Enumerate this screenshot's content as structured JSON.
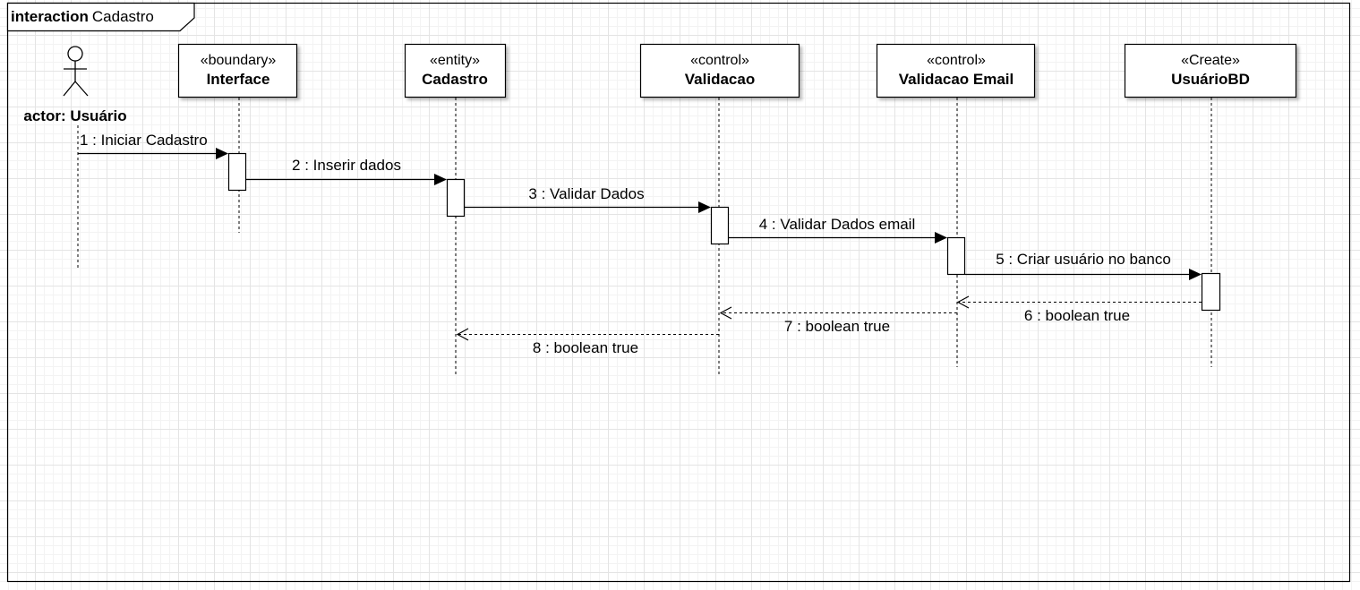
{
  "frame": {
    "keyword": "interaction",
    "name": "Cadastro"
  },
  "actor": {
    "label": "actor: Usuário"
  },
  "participants": [
    {
      "stereotype": "«boundary»",
      "name": "Interface"
    },
    {
      "stereotype": "«entity»",
      "name": "Cadastro"
    },
    {
      "stereotype": "«control»",
      "name": "Validacao"
    },
    {
      "stereotype": "«control»",
      "name": "Validacao Email"
    },
    {
      "stereotype": "«Create»",
      "name": "UsuárioBD"
    }
  ],
  "messages": [
    {
      "label": "1 : Iniciar Cadastro",
      "kind": "sync"
    },
    {
      "label": "2 : Inserir dados",
      "kind": "sync"
    },
    {
      "label": "3 : Validar Dados",
      "kind": "sync"
    },
    {
      "label": "4 : Validar Dados email",
      "kind": "sync"
    },
    {
      "label": "5 : Criar usuário no banco",
      "kind": "sync"
    },
    {
      "label": "6 : boolean true",
      "kind": "return"
    },
    {
      "label": "7 : boolean true",
      "kind": "return"
    },
    {
      "label": "8 : boolean true",
      "kind": "return"
    }
  ],
  "colors": {
    "line": "#000000",
    "shadow": "#bdbdbd",
    "fill": "#ffffff"
  }
}
